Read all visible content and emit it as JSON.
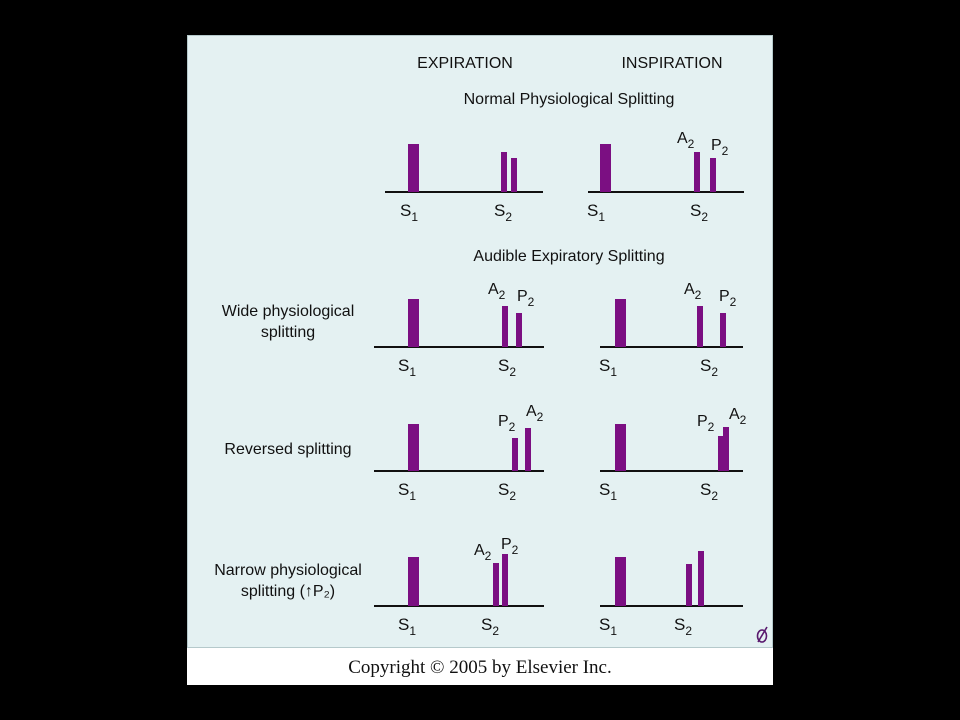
{
  "colors": {
    "bar": "#7b0f82",
    "background": "#e4f1f2",
    "baseline": "#111111"
  },
  "headers": {
    "expiration": "EXPIRATION",
    "inspiration": "INSPIRATION"
  },
  "sections": {
    "normal": "Normal Physiological Splitting",
    "audible": "Audible Expiratory Splitting"
  },
  "rows": {
    "wide": {
      "label_line1": "Wide physiological",
      "label_line2": "splitting"
    },
    "reversed": {
      "label": "Reversed splitting"
    },
    "narrow": {
      "label_line1": "Narrow physiological",
      "label_line2": "splitting (↑P₂)"
    }
  },
  "sound_labels": {
    "S": "S",
    "A": "A",
    "P": "P",
    "sub1": "1",
    "sub2": "2"
  },
  "logo_icon": "publisher-logo-icon",
  "copyright": "Copyright © 2005 by Elsevier Inc."
}
